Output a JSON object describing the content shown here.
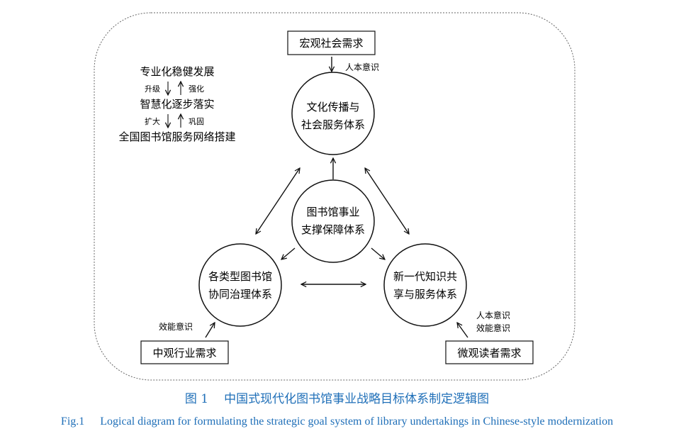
{
  "nodes": {
    "top_box": "宏观社会需求",
    "left_box": "中观行业需求",
    "right_box": "微观读者需求",
    "top_circle": [
      "文化传播与",
      "社会服务体系"
    ],
    "center_circle": [
      "图书馆事业",
      "支撑保障体系"
    ],
    "left_circle": [
      "各类型图书馆",
      "协同治理体系"
    ],
    "right_circle": [
      "新一代知识共",
      "享与服务体系"
    ]
  },
  "edge_labels": {
    "top": "人本意识",
    "left": "效能意识",
    "right": [
      "人本意识",
      "效能意识"
    ]
  },
  "stages": {
    "items": [
      "专业化稳健发展",
      "智慧化逐步落实",
      "全国图书馆服务网络搭建"
    ],
    "links": [
      {
        "down": "升级",
        "up": "强化"
      },
      {
        "down": "扩大",
        "up": "巩固"
      }
    ]
  },
  "caption": {
    "cn_num": "图 1",
    "cn_text": "中国式现代化图书馆事业战略目标体系制定逻辑图",
    "en_num": "Fig.1",
    "en_text": "Logical diagram for formulating the strategic goal system of library undertakings in Chinese-style modernization"
  }
}
